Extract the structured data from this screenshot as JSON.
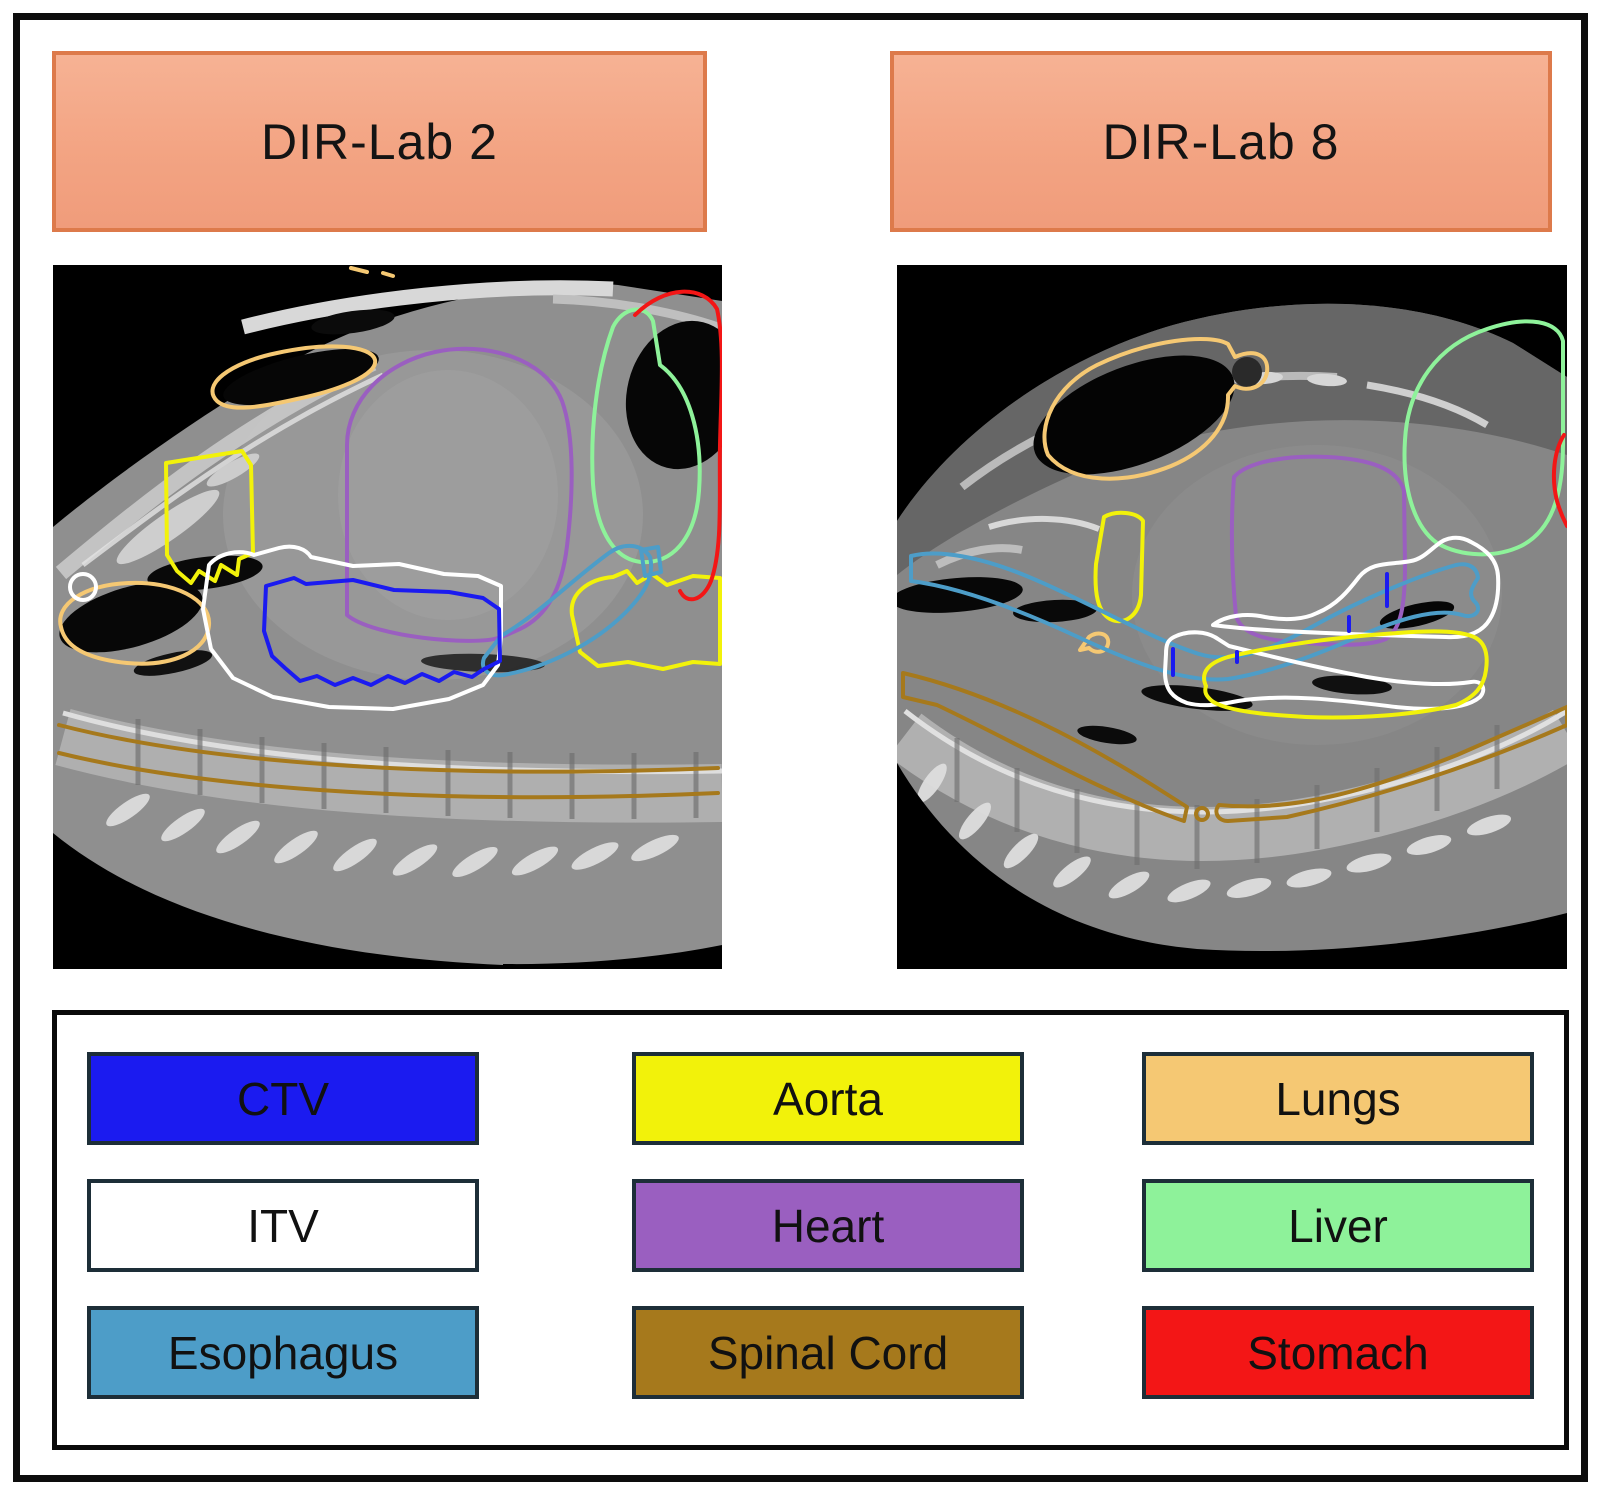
{
  "panels": [
    {
      "id": "dirlab2",
      "title": "DIR-Lab 2"
    },
    {
      "id": "dirlab8",
      "title": "DIR-Lab 8"
    }
  ],
  "legend": {
    "columns": [
      {
        "items": [
          {
            "label": "CTV",
            "color": "#1b1bf0"
          },
          {
            "label": "ITV",
            "color": "#ffffff"
          },
          {
            "label": "Esophagus",
            "color": "#4d9dc8"
          }
        ]
      },
      {
        "items": [
          {
            "label": "Aorta",
            "color": "#f2f20a"
          },
          {
            "label": "Heart",
            "color": "#9a5fc0"
          },
          {
            "label": "Spinal Cord",
            "color": "#a6791c"
          }
        ]
      },
      {
        "items": [
          {
            "label": "Lungs",
            "color": "#f5c873"
          },
          {
            "label": "Liver",
            "color": "#8ef29a"
          },
          {
            "label": "Stomach",
            "color": "#f31616"
          }
        ]
      }
    ]
  }
}
